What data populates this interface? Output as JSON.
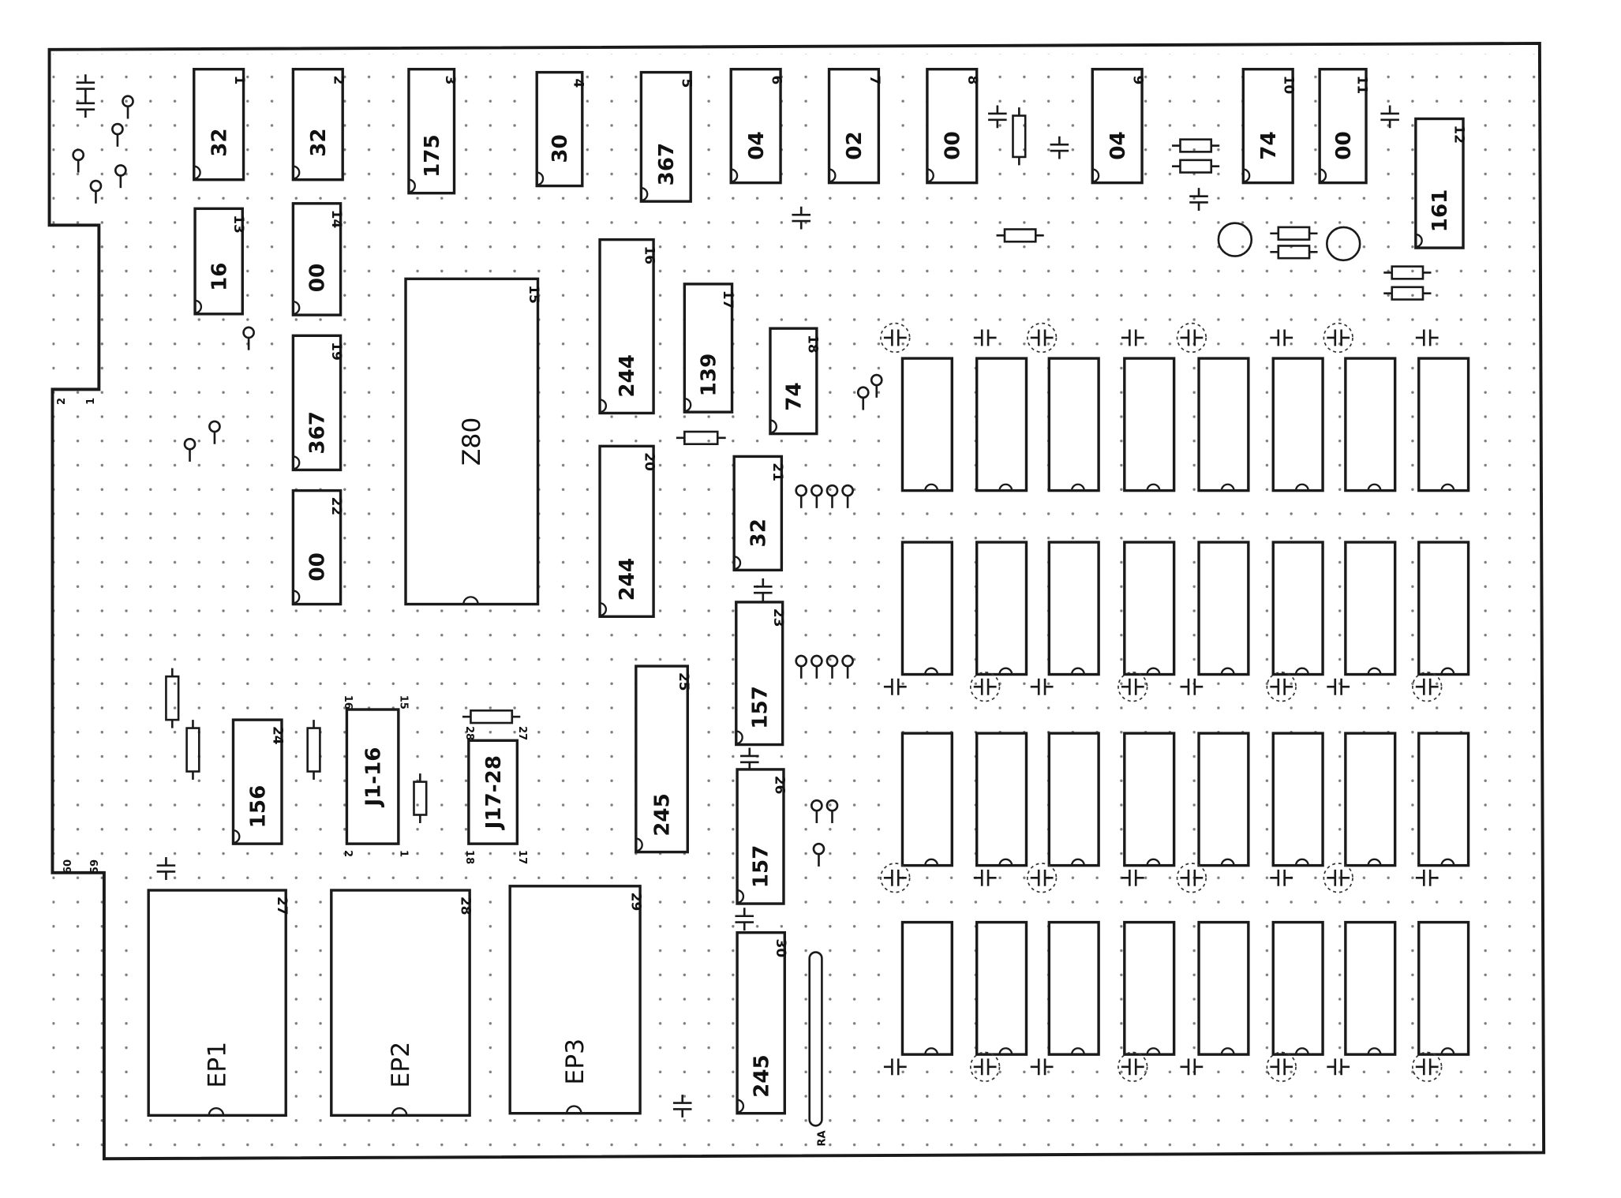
{
  "chips": [
    {
      "ref": "1",
      "type": "32"
    },
    {
      "ref": "2",
      "type": "32"
    },
    {
      "ref": "3",
      "type": "175"
    },
    {
      "ref": "4",
      "type": "30"
    },
    {
      "ref": "5",
      "type": "367"
    },
    {
      "ref": "6",
      "type": "04"
    },
    {
      "ref": "7",
      "type": "02"
    },
    {
      "ref": "8",
      "type": "00"
    },
    {
      "ref": "9",
      "type": "04"
    },
    {
      "ref": "10",
      "type": "74"
    },
    {
      "ref": "11",
      "type": "00"
    },
    {
      "ref": "12",
      "type": "161"
    },
    {
      "ref": "13",
      "type": "16"
    },
    {
      "ref": "14",
      "type": "00"
    },
    {
      "ref": "15",
      "type": "Z80"
    },
    {
      "ref": "16",
      "type": "244"
    },
    {
      "ref": "17",
      "type": "139"
    },
    {
      "ref": "18",
      "type": "74"
    },
    {
      "ref": "19",
      "type": "367"
    },
    {
      "ref": "20",
      "type": "244"
    },
    {
      "ref": "21",
      "type": "32"
    },
    {
      "ref": "22",
      "type": "00"
    },
    {
      "ref": "23",
      "type": "157"
    },
    {
      "ref": "24",
      "type": "156"
    },
    {
      "ref": "25",
      "type": "245"
    },
    {
      "ref": "26",
      "type": "157"
    },
    {
      "ref": "27",
      "type": "EP1"
    },
    {
      "ref": "28",
      "type": "EP2"
    },
    {
      "ref": "29",
      "type": "EP3"
    },
    {
      "ref": "30",
      "type": "245"
    }
  ],
  "jumpers": [
    {
      "label": "J1-16",
      "pins": [
        "16",
        "15",
        "2",
        "1"
      ]
    },
    {
      "label": "J17-28",
      "pins": [
        "28",
        "27",
        "18",
        "17"
      ]
    }
  ],
  "edge_connector": {
    "pins_top": [
      "2",
      "1"
    ],
    "pins_bottom": [
      "60",
      "59"
    ]
  },
  "slot_label": "RA",
  "memory_array": {
    "rows": 4,
    "cols": 8
  }
}
